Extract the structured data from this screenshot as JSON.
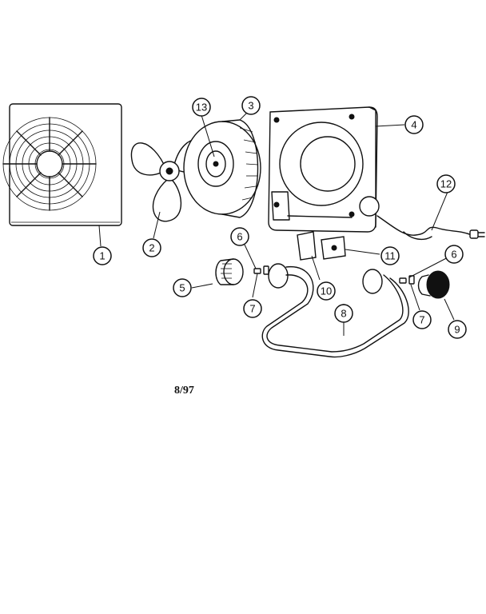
{
  "callouts": [
    {
      "id": "c1",
      "label": "1"
    },
    {
      "id": "c2",
      "label": "2"
    },
    {
      "id": "c3",
      "label": "3"
    },
    {
      "id": "c4",
      "label": "4"
    },
    {
      "id": "c5",
      "label": "5"
    },
    {
      "id": "c6a",
      "label": "6"
    },
    {
      "id": "c6b",
      "label": "6"
    },
    {
      "id": "c7a",
      "label": "7"
    },
    {
      "id": "c7b",
      "label": "7"
    },
    {
      "id": "c8",
      "label": "8"
    },
    {
      "id": "c9",
      "label": "9"
    },
    {
      "id": "c10",
      "label": "10"
    },
    {
      "id": "c11",
      "label": "11"
    },
    {
      "id": "c12",
      "label": "12"
    },
    {
      "id": "c13",
      "label": "13"
    }
  ],
  "date_code": "8/97",
  "colors": {
    "ink": "#111111",
    "paper": "#ffffff"
  }
}
